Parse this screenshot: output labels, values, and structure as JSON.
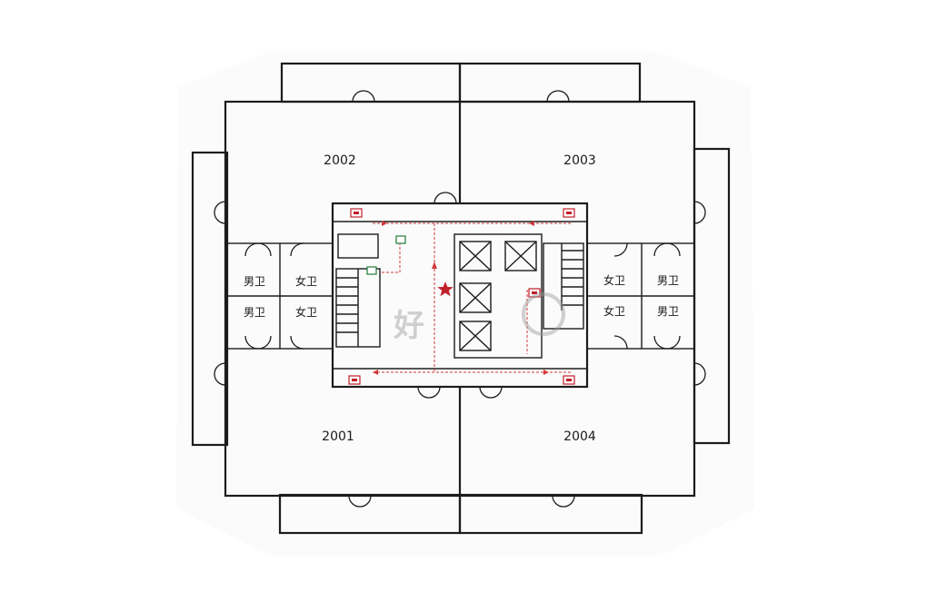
{
  "units": {
    "nw": "2002",
    "ne": "2003",
    "sw": "2001",
    "se": "2004"
  },
  "restrooms": {
    "left_top_a": "男卫",
    "left_top_b": "女卫",
    "left_bottom_a": "男卫",
    "left_bottom_b": "女卫",
    "right_top_a": "女卫",
    "right_top_b": "男卫",
    "right_bottom_a": "女卫",
    "right_bottom_b": "男卫"
  },
  "watermark": "好",
  "colors": {
    "wall": "#1c1c1c",
    "escape_route": "#d23a3a",
    "background": "#ffffff"
  },
  "icons": [
    "fire-hydrant-icon",
    "elevator-icon",
    "stair-icon",
    "location-star-icon",
    "door-swing-icon"
  ]
}
